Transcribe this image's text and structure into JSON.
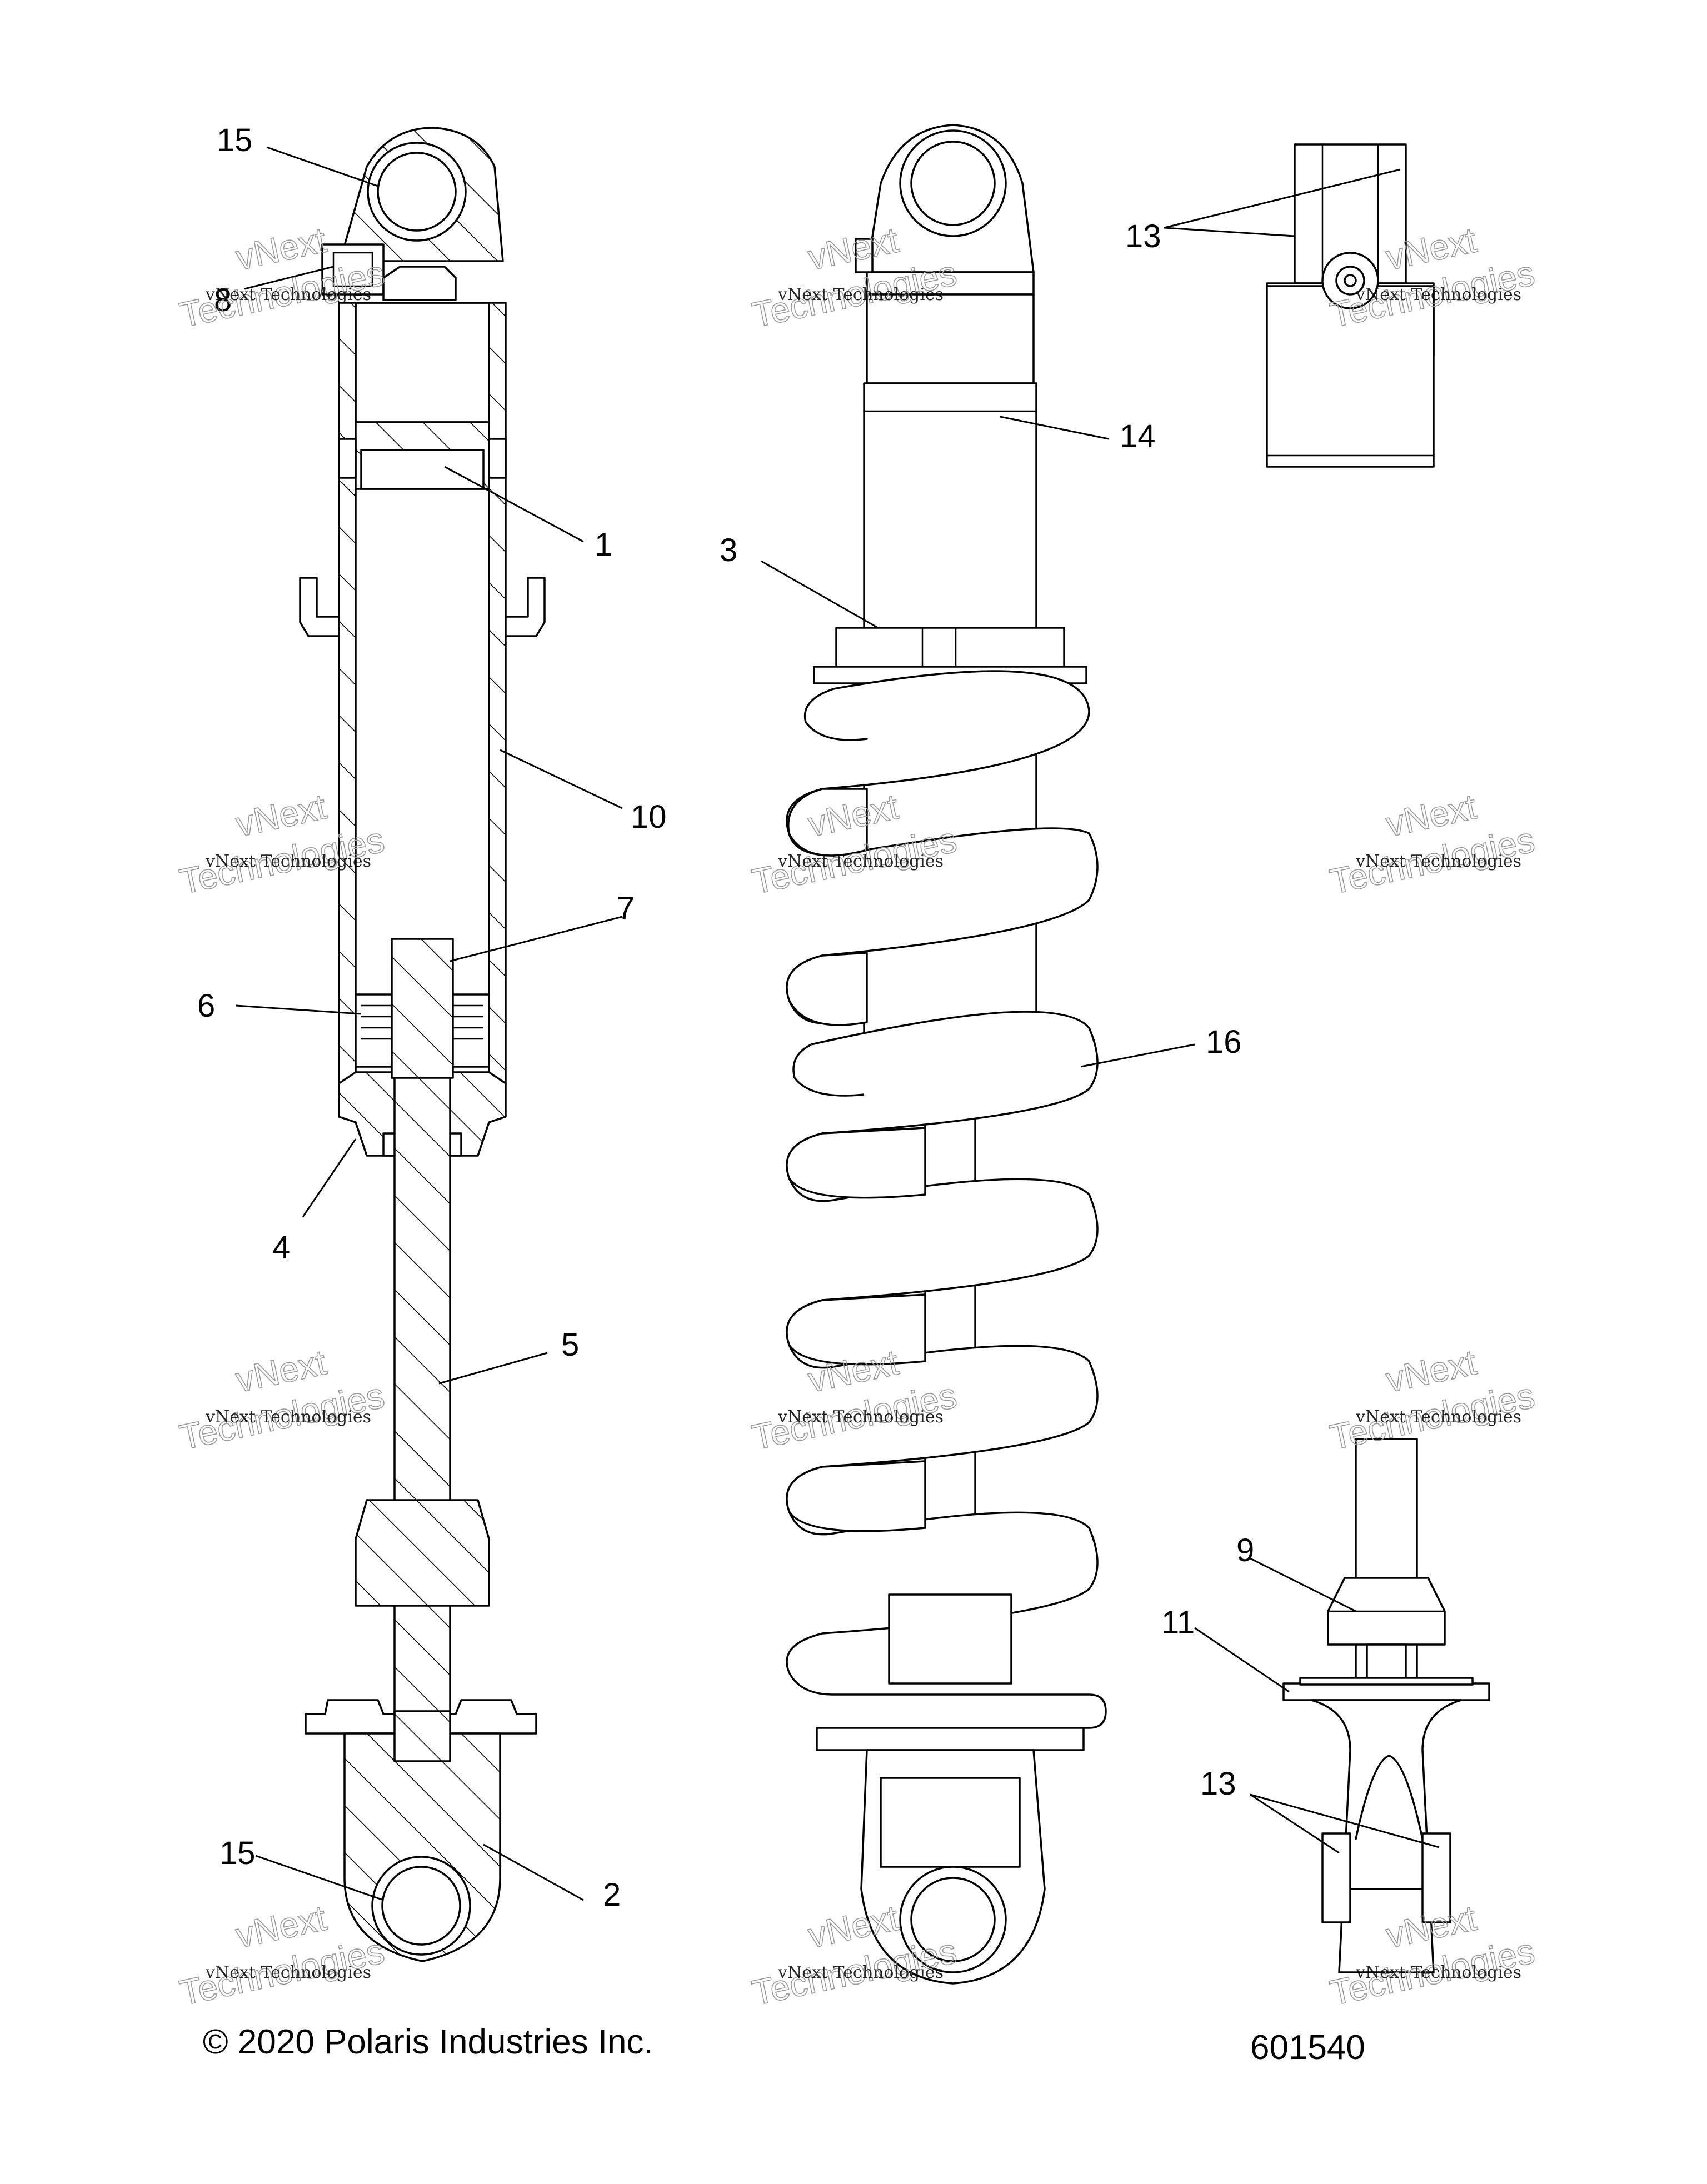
{
  "callouts": {
    "c15a": "15",
    "c8": "8",
    "c1": "1",
    "c10": "10",
    "c7": "7",
    "c6": "6",
    "c4": "4",
    "c5": "5",
    "c15b": "15",
    "c2": "2",
    "c3": "3",
    "c14": "14",
    "c16": "16",
    "c13a": "13",
    "c9": "9",
    "c11": "11",
    "c13b": "13"
  },
  "watermark": {
    "line1": "vNext Technologies",
    "line2": "vNext",
    "line3": "Technologies"
  },
  "footer": {
    "copyright": "© 2020 Polaris Industries Inc.",
    "figure_number": "601540"
  }
}
